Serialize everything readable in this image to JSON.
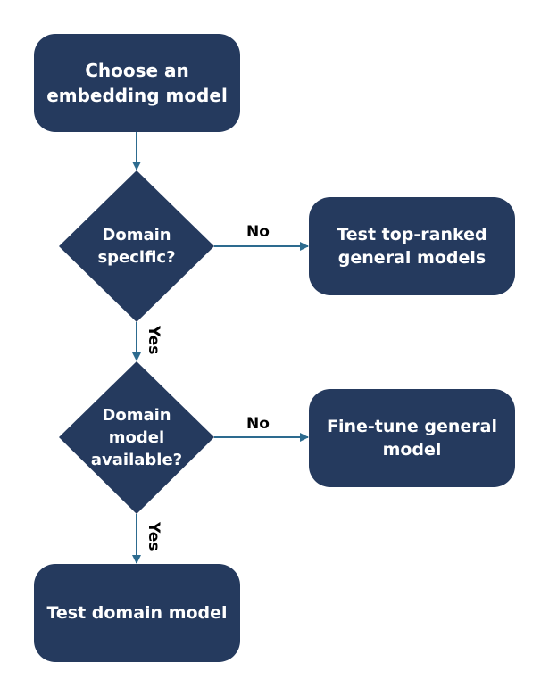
{
  "colors": {
    "node_fill": "#253a5e",
    "edge_stroke": "#2d6b8f",
    "label_text": "#000000"
  },
  "nodes": {
    "start": "Choose an\nembedding model",
    "decision_domain_specific": "Domain\nspecific?",
    "general_models": "Test top-ranked\ngeneral models",
    "decision_model_available": "Domain\nmodel\navailable?",
    "fine_tune": "Fine-tune general\nmodel",
    "test_domain": "Test domain model"
  },
  "edges": {
    "no_1": "No",
    "yes_1": "Yes",
    "no_2": "No",
    "yes_2": "Yes"
  }
}
